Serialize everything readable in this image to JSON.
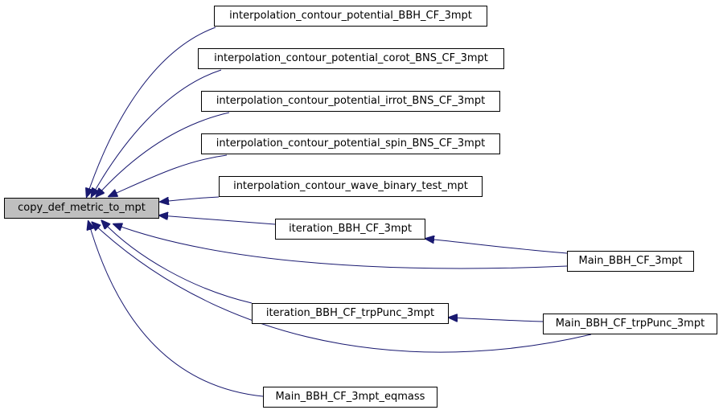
{
  "graph": {
    "root": {
      "label": "copy_def_metric_to_mpt",
      "fill": "#bfbfbf"
    },
    "edge_color": "#191970",
    "nodes": {
      "n1": "interpolation_contour_potential_BBH_CF_3mpt",
      "n2": "interpolation_contour_potential_corot_BNS_CF_3mpt",
      "n3": "interpolation_contour_potential_irrot_BNS_CF_3mpt",
      "n4": "interpolation_contour_potential_spin_BNS_CF_3mpt",
      "n5": "interpolation_contour_wave_binary_test_mpt",
      "n6": "iteration_BBH_CF_3mpt",
      "n7": "Main_BBH_CF_3mpt",
      "n8": "iteration_BBH_CF_trpPunc_3mpt",
      "n9": "Main_BBH_CF_trpPunc_3mpt",
      "n10": "Main_BBH_CF_3mpt_eqmass"
    },
    "edges": [
      {
        "from": "n1",
        "to": "root"
      },
      {
        "from": "n2",
        "to": "root"
      },
      {
        "from": "n3",
        "to": "root"
      },
      {
        "from": "n4",
        "to": "root"
      },
      {
        "from": "n5",
        "to": "root"
      },
      {
        "from": "n6",
        "to": "root"
      },
      {
        "from": "n7",
        "to": "root"
      },
      {
        "from": "n8",
        "to": "root"
      },
      {
        "from": "n9",
        "to": "root"
      },
      {
        "from": "n10",
        "to": "root"
      },
      {
        "from": "n7",
        "to": "n6"
      },
      {
        "from": "n9",
        "to": "n8"
      }
    ]
  }
}
